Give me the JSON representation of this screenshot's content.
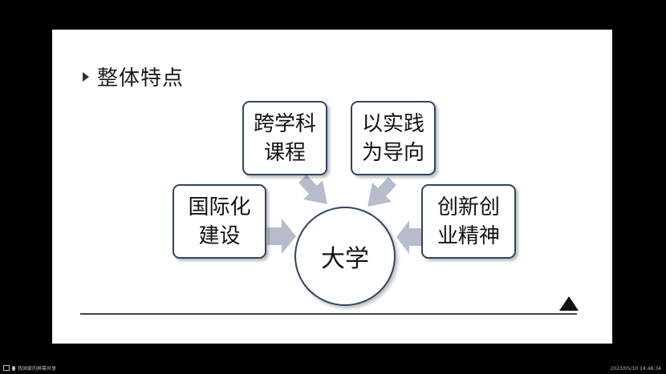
{
  "slide": {
    "title": "整体特点",
    "center_label": "大学",
    "boxes": {
      "top_left": [
        "跨学科",
        "课程"
      ],
      "top_right": [
        "以实践",
        "为导向"
      ],
      "left": [
        "国际化",
        "建设"
      ],
      "right": [
        "创新创",
        "业精神"
      ]
    }
  },
  "status_bar": {
    "share_text": "我国爱的屏幕共享",
    "timestamp": "2023/05/10 14:48:34"
  },
  "colors": {
    "box_border": "#2f4565",
    "arrow_fill": "#b6bccb",
    "background": "#000000"
  }
}
